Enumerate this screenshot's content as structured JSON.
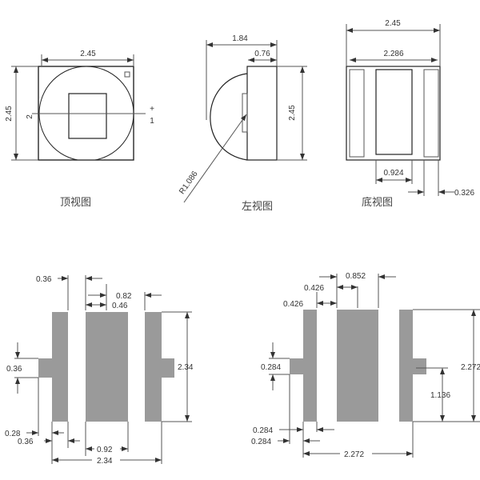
{
  "top_view": {
    "caption": "顶视图",
    "width": "2.45",
    "height": "2.45",
    "pin_plus": "+",
    "pin_1": "1",
    "pin_2": "2"
  },
  "left_view": {
    "caption": "左视图",
    "depth": "1.84",
    "body": "0.76",
    "height": "2.45",
    "radius": "R1.086"
  },
  "bottom_view": {
    "caption": "底视图",
    "outer": "2.45",
    "inner": "2.286",
    "center_pad": "0.924",
    "side_pad": "0.326"
  },
  "footprint_a": {
    "gap": "0.36",
    "pitch": "0.82",
    "pad_offset": "0.46",
    "tab_h": "0.36",
    "height": "2.34",
    "tab_w": "0.28",
    "pad_w": "0.36",
    "center_w": "0.92",
    "width": "2.34"
  },
  "footprint_b": {
    "center_w": "0.852",
    "gap1": "0.426",
    "gap2": "0.426",
    "tab_h": "0.284",
    "height": "2.272",
    "half_h": "1.136",
    "pad_w": "0.284",
    "tab_w": "0.284",
    "width": "2.272"
  },
  "colors": {
    "pad": "#9a9a9a",
    "line": "#555555"
  }
}
